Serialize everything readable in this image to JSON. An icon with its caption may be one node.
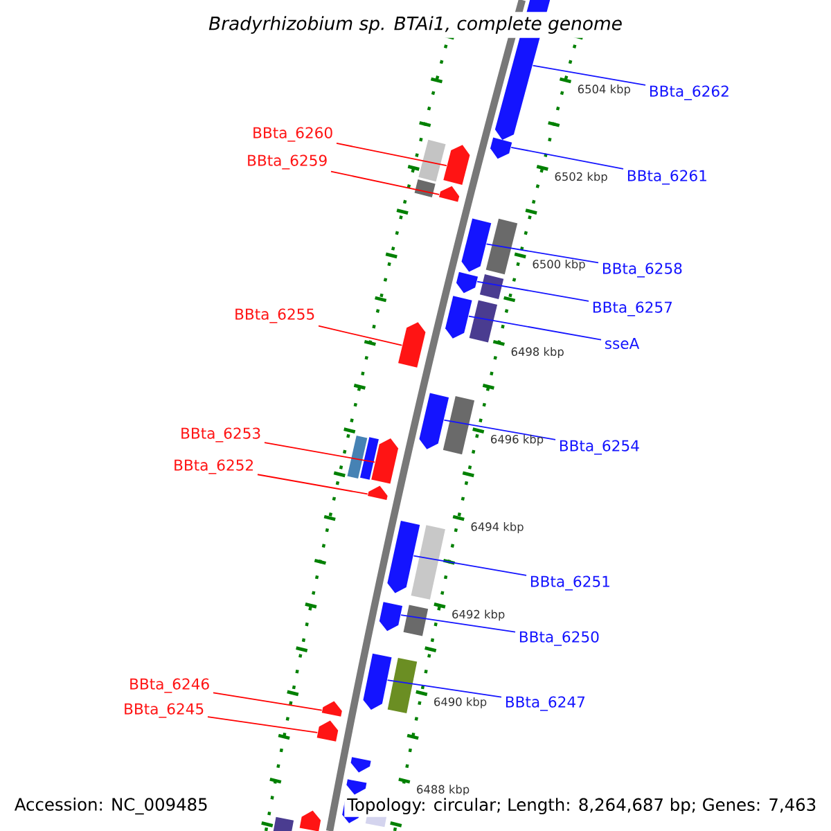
{
  "diagram": {
    "title": "Bradyrhizobium sp. BTAi1, complete genome",
    "nodes": [
      {
        "text": [
          "BBta_6262"
        ]
      },
      {
        "text": [],
        "shape": "pentagon"
      },
      {
        "text": [
          "BBta_6260"
        ]
      },
      {
        "text": [],
        "shape": "pentagon"
      },
      {
        "text": [
          "BBta_6259"
        ]
      },
      {
        "text": [],
        "shape": "pentagon"
      },
      {
        "text": [
          "BBta_6261"
        ]
      },
      {
        "text": [],
        "shape": "pentagon"
      },
      {
        "text": [
          "BBta_6258"
        ]
      },
      {
        "text": [],
        "shape": "pentagon"
      },
      {
        "text": [
          "BBta_6257"
        ]
      },
      {
        "text": [],
        "shape": "pentagon"
      },
      {
        "text": [
          "BBta_6255"
        ]
      },
      {
        "text": [],
        "shape": "pentagon"
      },
      {
        "text": [
          "sseA"
        ]
      },
      {
        "text": [],
        "shape": "pentagon"
      },
      {
        "text": [
          "BBta_6253"
        ]
      },
      {
        "text": [],
        "shape": "pentagon"
      },
      {
        "text": [
          "BBta_6254"
        ]
      },
      {
        "text": [],
        "shape": "pentagon"
      },
      {
        "text": [
          "BBta_6252"
        ]
      },
      {
        "text": [],
        "shape": "pentagon"
      },
      {
        "text": [
          "BBta_6251"
        ]
      },
      {
        "text": [],
        "shape": "pentagon"
      },
      {
        "text": [
          "BBta_6250"
        ]
      },
      {
        "text": [],
        "shape": "pentagon"
      },
      {
        "text": [
          "BBta_6246"
        ]
      },
      {
        "text": [],
        "shape": "pentagon"
      },
      {
        "text": [
          "BBta_6247"
        ]
      },
      {
        "text": [],
        "shape": "pentagon"
      },
      {
        "text": [
          "BBta_6245"
        ]
      },
      {
        "text": [],
        "shape": "pentagon"
      },
      {
        "text": [],
        "shape": "pentagon"
      }
    ],
    "edges": [
      {
        "from": 0,
        "to": 1,
        "arrow": "none"
      },
      {
        "from": 2,
        "to": 3,
        "arrow": "none",
        "color": "#ff0000"
      },
      {
        "from": 4,
        "to": 5,
        "arrow": "none",
        "color": "#ff0000"
      },
      {
        "from": 6,
        "to": 7,
        "arrow": "none"
      },
      {
        "from": 8,
        "to": 9,
        "arrow": "none"
      },
      {
        "from": 10,
        "to": 11,
        "arrow": "none"
      },
      {
        "from": 12,
        "to": 13,
        "arrow": "none",
        "color": "#ff0000"
      },
      {
        "from": 14,
        "to": 15,
        "arrow": "none"
      },
      {
        "from": 16,
        "to": 17,
        "arrow": "none",
        "color": "#ff0000"
      },
      {
        "from": 18,
        "to": 19,
        "arrow": "none"
      },
      {
        "from": 20,
        "to": 21,
        "arrow": "none",
        "color": "#ff0000"
      },
      {
        "from": 22,
        "to": 23,
        "arrow": "none"
      },
      {
        "from": 24,
        "to": 25,
        "arrow": "none"
      },
      {
        "from": 26,
        "to": 27,
        "arrow": "none",
        "color": "#ff0000"
      },
      {
        "from": 28,
        "to": 29,
        "arrow": "none"
      },
      {
        "from": 30,
        "to": 31,
        "arrow": "none",
        "color": "#ff0000"
      }
    ],
    "labels": [
      "6504 kbp",
      "6502 kbp",
      "6500 kbp",
      "6498 kbp",
      "6496 kbp",
      "6494 kbp",
      "6492 kbp",
      "6490 kbp",
      "6488 kbp",
      "Accession: NC_009485",
      "Topology: circular; Length: 8,264,687 bp; Genes: 7,463"
    ]
  }
}
